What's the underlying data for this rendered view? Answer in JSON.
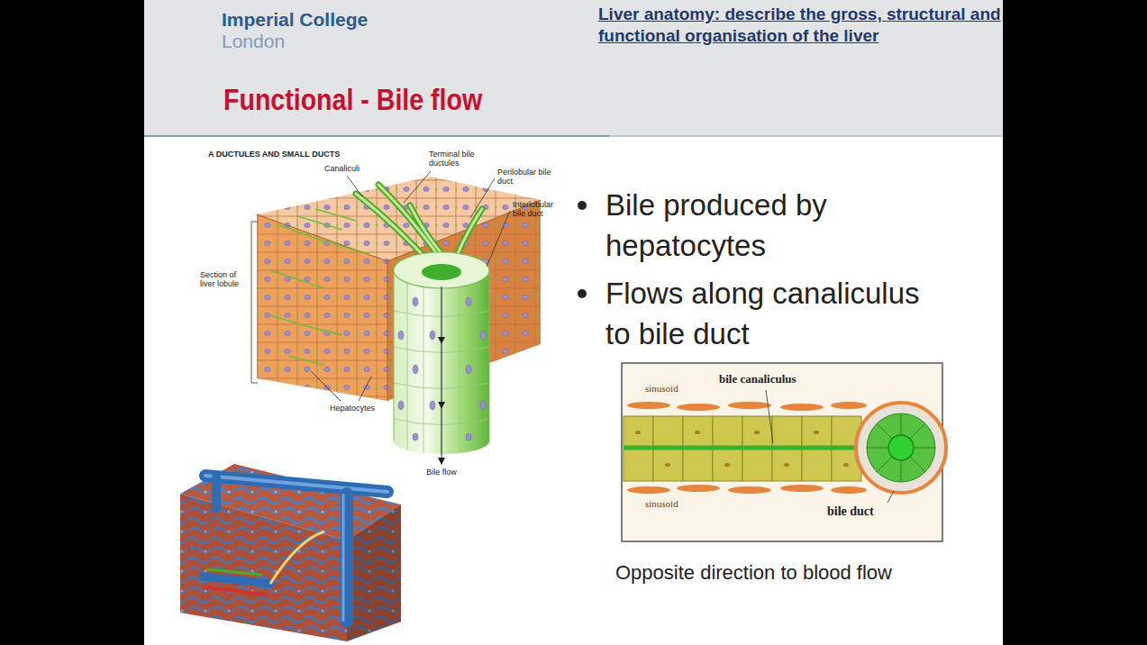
{
  "diagram": {
    "title": "Functional - Bile flow",
    "caption": "Opposite direction to blood flow",
    "labels": [
      "Imperial College",
      "London",
      "Liver anatomy: describe the gross, structural and functional organisation of the liver",
      "Bile produced by hepatocytes",
      "Flows along canaliculus to bile duct",
      "A DUCTULES AND SMALL DUCTS",
      "Canaliculi",
      "Terminal bile ductules",
      "Perilobular bile duct",
      "Interlobular bile duct",
      "Section of liver lobule",
      "Hepatocytes",
      "Bile flow",
      "sinusoid",
      "bile canaliculus",
      "sinusoid",
      "bile duct"
    ]
  }
}
